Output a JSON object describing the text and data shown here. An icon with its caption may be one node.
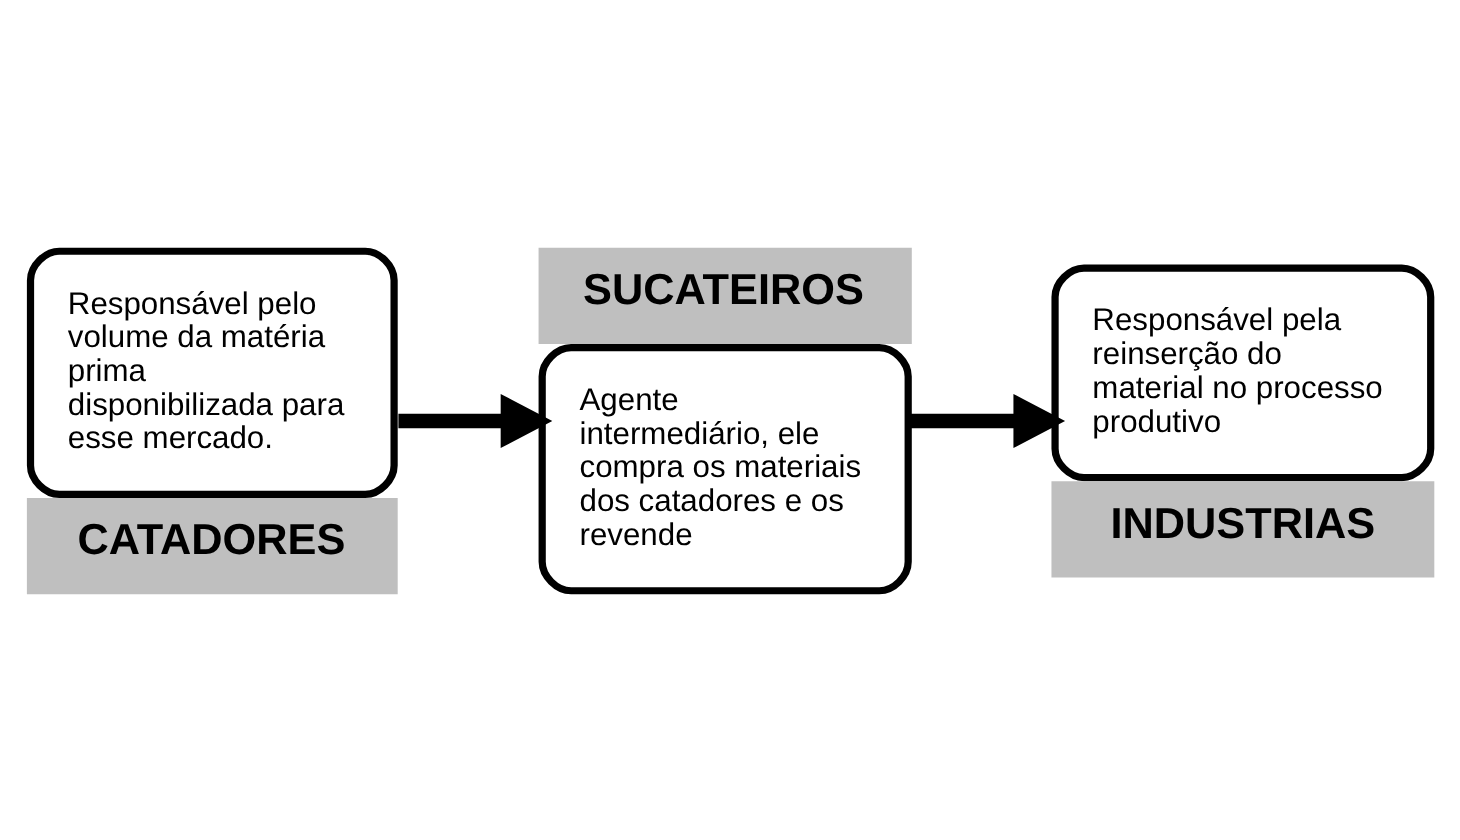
{
  "diagram": {
    "nodes": [
      {
        "text": [
          "Responsável pelo volume da matéria prima disponibilizada para esse mercado.",
          "CATADORES"
        ]
      },
      {
        "text": [
          "SUCATEIROS",
          "Agente intermediário, ele compra os materiais dos catadores e os revende"
        ]
      },
      {
        "text": [
          "Responsável pela reinserção do material no processo produtivo",
          "INDUSTRIAS"
        ]
      }
    ],
    "edges": [
      {
        "from": 0,
        "to": 1,
        "arrow": "to"
      },
      {
        "from": 1,
        "to": 2,
        "arrow": "to"
      }
    ]
  }
}
